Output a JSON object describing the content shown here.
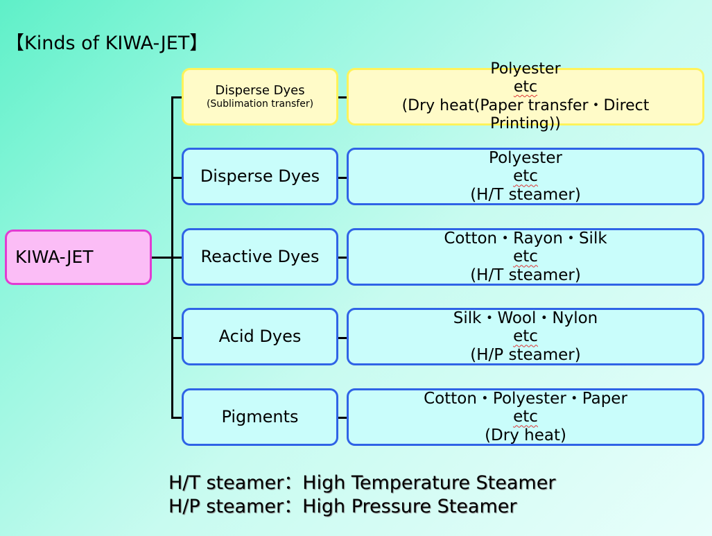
{
  "title": "【Kinds of KIWA-JET】",
  "root": {
    "label": "KIWA-JET"
  },
  "rows": [
    {
      "category": "Disperse Dyes",
      "category_sub": "(Sublimation transfer)",
      "desc_prefix": "Polyester ",
      "desc_etc": "etc",
      "desc_line2": "(Dry heat(Paper transfer・Direct",
      "desc_line3": "Printing))"
    },
    {
      "category": "Disperse Dyes",
      "desc_prefix": "Polyester ",
      "desc_etc": "etc",
      "desc_line2": "(H/T steamer)"
    },
    {
      "category": "Reactive Dyes",
      "desc_prefix": "Cotton・Rayon・Silk ",
      "desc_etc": "etc",
      "desc_line2": "(H/T steamer)"
    },
    {
      "category": "Acid Dyes",
      "desc_prefix": "Silk・Wool・Nylon ",
      "desc_etc": "etc",
      "desc_line2": "(H/P steamer)"
    },
    {
      "category": "Pigments",
      "desc_prefix": "Cotton・Polyester・Paper ",
      "desc_etc": "etc",
      "desc_line2": "(Dry heat)"
    }
  ],
  "footnotes": [
    "H/T steamer：High Temperature Steamer",
    "H/P steamer：High Pressure Steamer"
  ],
  "colors": {
    "blue_border": "#2f63e6",
    "yellow_border": "#fff35a",
    "pink_border": "#e23bd2"
  }
}
